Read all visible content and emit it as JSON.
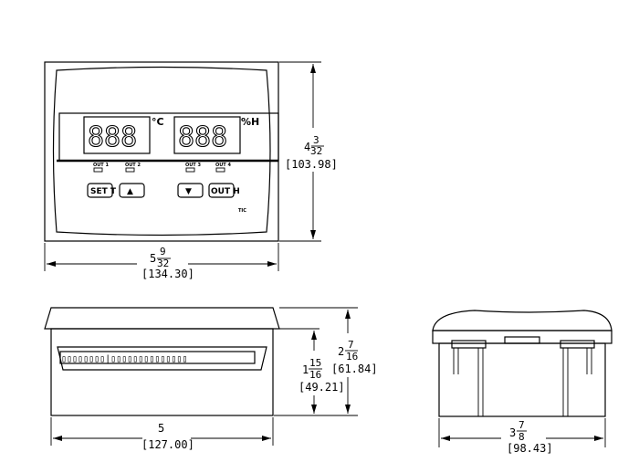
{
  "front_view": {
    "display_left": "888",
    "display_right": "888",
    "unit_left": "°C",
    "unit_right": "%H",
    "labels": [
      "OUT 1",
      "OUT 2",
      "OUT 3",
      "OUT 4"
    ],
    "buttons": {
      "set": "SET T",
      "up": "▲",
      "down": "▼",
      "out": "OUT H"
    },
    "brand": "TIC",
    "height_whole": "4",
    "height_num": "3",
    "height_den": "32",
    "height_mm": "[103.98]",
    "width_whole": "5",
    "width_num": "9",
    "width_den": "32",
    "width_mm": "[134.30]"
  },
  "side_view": {
    "terminal_text": "▯▯▯▯▯▯▯▯|▯▯▯▯▯▯▯▯▯▯▯▯▯▯",
    "depth_whole": "5",
    "depth_mm": "[127.00]",
    "inner_h_whole": "1",
    "inner_h_num": "15",
    "inner_h_den": "16",
    "inner_h_mm": "[49.21]",
    "outer_h_whole": "2",
    "outer_h_num": "7",
    "outer_h_den": "16",
    "outer_h_mm": "[61.84]"
  },
  "end_view": {
    "width_whole": "3",
    "width_num": "7",
    "width_den": "8",
    "width_mm": "[98.43]"
  }
}
